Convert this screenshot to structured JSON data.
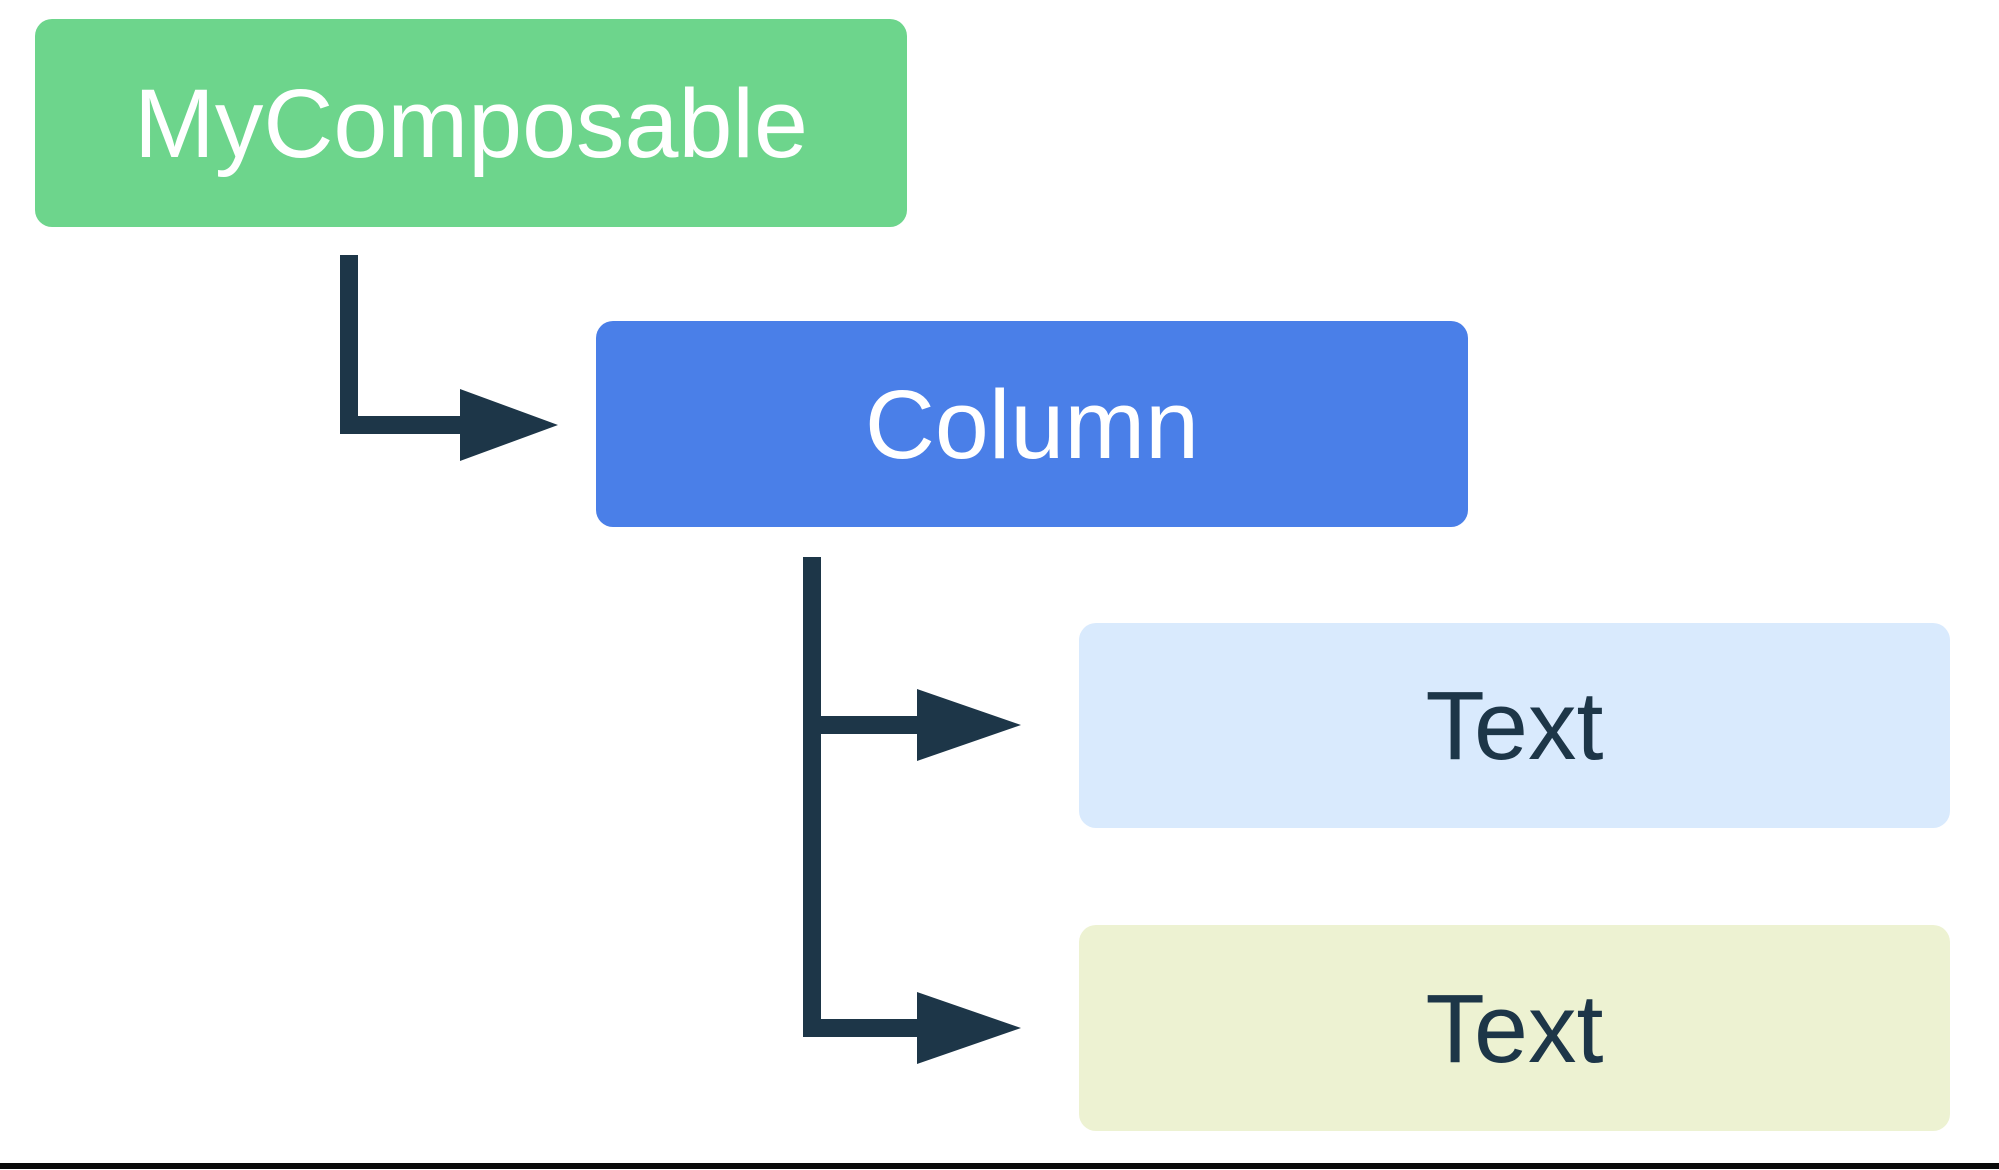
{
  "diagram": {
    "background": "#ffffff",
    "connector_color": "#1d3648",
    "bottom_rule_color": "#0a0a0a",
    "nodes": [
      {
        "id": "my-composable",
        "label": "MyComposable",
        "bg": "#6dd58c",
        "fg": "#ffffff"
      },
      {
        "id": "column",
        "label": "Column",
        "bg": "#4a7fe8",
        "fg": "#ffffff"
      },
      {
        "id": "text-1",
        "label": "Text",
        "bg": "#d9eafd",
        "fg": "#1d3648"
      },
      {
        "id": "text-2",
        "label": "Text",
        "bg": "#edf2d2",
        "fg": "#1d3648"
      }
    ],
    "edges": [
      {
        "from": "MyComposable",
        "to": "Column"
      },
      {
        "from": "Column",
        "to": "Text"
      },
      {
        "from": "Column",
        "to": "Text"
      }
    ]
  }
}
